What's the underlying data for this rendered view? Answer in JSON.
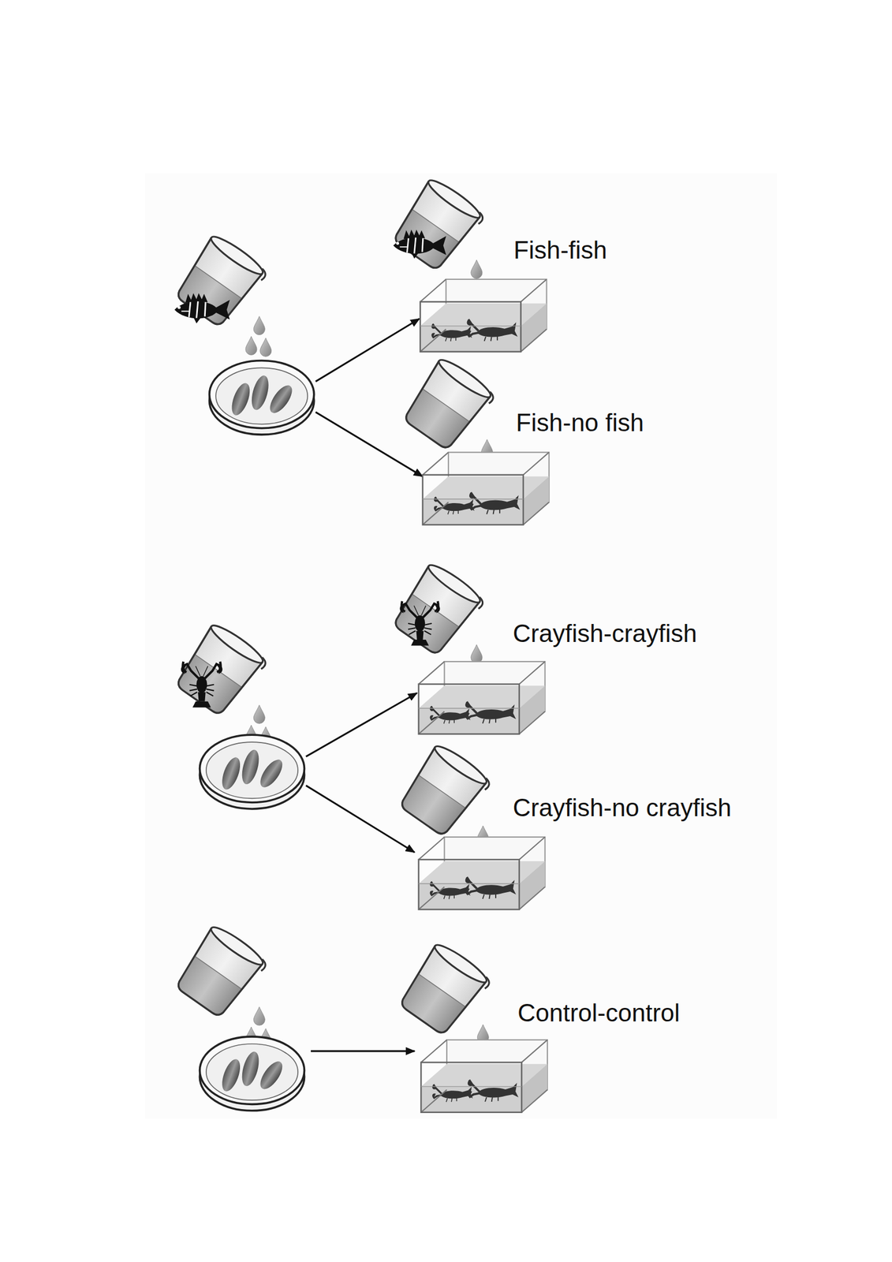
{
  "diagram": {
    "labels": [
      "Fish-fish",
      "Fish-no fish",
      "Crayfish-crayfish",
      "Crayfish-no crayfish",
      "Control-control"
    ]
  }
}
